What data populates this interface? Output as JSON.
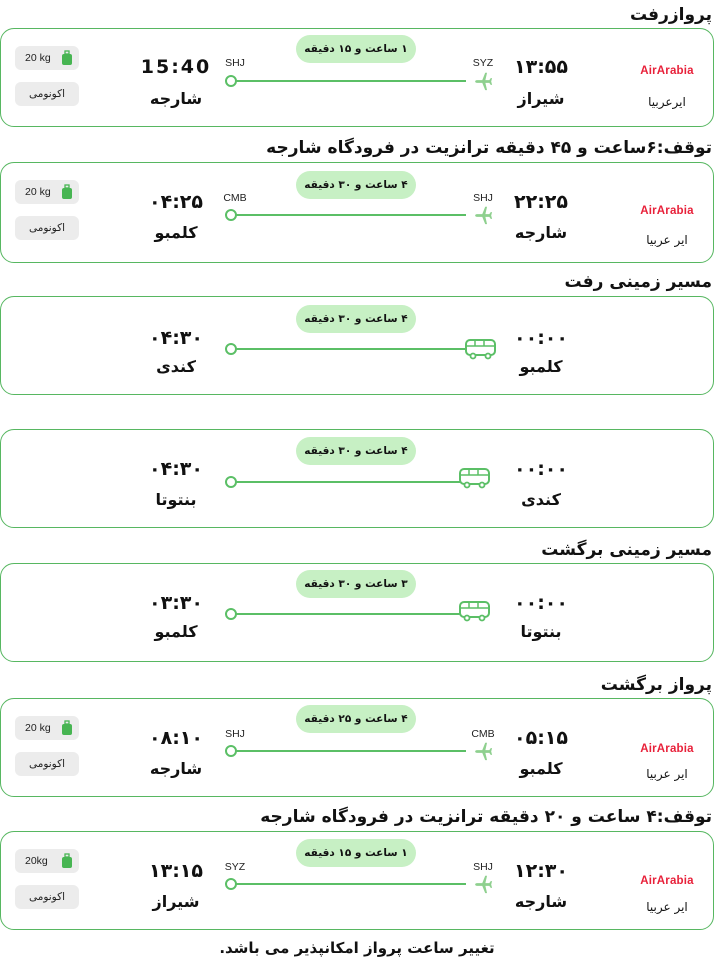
{
  "headings": {
    "outbound_flight": "پروازرفت",
    "outbound_layover": "توقف:۶ساعت و ۴۵ دقیقه ترانزیت در فرودگاه شارجه",
    "outbound_ground": "مسیر زمینی رفت",
    "return_ground": "مسیر زمینی برگشت",
    "return_flight": "پرواز برگشت",
    "return_layover": "توقف:۴ ساعت و ۲۰ دقیقه ترانزیت در فرودگاه شارجه"
  },
  "flights": [
    {
      "airline_logo": "AirArabia",
      "airline_name": "ایرعربیا",
      "dep_time": "۱۳:۵۵",
      "dep_city": "شیراز",
      "dep_code": "SYZ",
      "arr_time": "15:40",
      "arr_city": "شارجه",
      "arr_code": "SHJ",
      "duration": "۱ ساعت و ۱۵ دقیقه",
      "baggage": "20 kg",
      "cabin": "اکونومی"
    },
    {
      "airline_logo": "AirArabia",
      "airline_name": "ایر عربیا",
      "dep_time": "۲۲:۲۵",
      "dep_city": "شارجه",
      "dep_code": "SHJ",
      "arr_time": "۰۴:۲۵",
      "arr_city": "کلمبو",
      "arr_code": "CMB",
      "duration": "۴ ساعت و ۳۰ دقیقه",
      "baggage": "20 kg",
      "cabin": "اکونومی"
    },
    {
      "airline_logo": "AirArabia",
      "airline_name": "ایر عربیا",
      "dep_time": "۰۵:۱۵",
      "dep_city": "کلمبو",
      "dep_code": "CMB",
      "arr_time": "۰۸:۱۰",
      "arr_city": "شارجه",
      "arr_code": "SHJ",
      "duration": "۴ ساعت و ۲۵ دقیقه",
      "baggage": "20 kg",
      "cabin": "اکونومی"
    },
    {
      "airline_logo": "AirArabia",
      "airline_name": "ایر عربیا",
      "dep_time": "۱۲:۳۰",
      "dep_city": "شارجه",
      "dep_code": "SHJ",
      "arr_time": "۱۳:۱۵",
      "arr_city": "شیراز",
      "arr_code": "SYZ",
      "duration": "۱ ساعت و ۱۵ دقیقه",
      "baggage": "20kg",
      "cabin": "اکونومی"
    }
  ],
  "ground": [
    {
      "dep_time": "۰۰:۰۰",
      "dep_city": "کلمبو",
      "arr_time": "۰۴:۳۰",
      "arr_city": "کندی",
      "duration": "۴ ساعت و ۳۰ دقیقه"
    },
    {
      "dep_time": "۰۰:۰۰",
      "dep_city": "کندی",
      "arr_time": "۰۴:۳۰",
      "arr_city": "بنتوتا",
      "duration": "۴ ساعت و ۳۰ دقیقه"
    },
    {
      "dep_time": "۰۰:۰۰",
      "dep_city": "بنتوتا",
      "arr_time": "۰۳:۳۰",
      "arr_city": "کلمبو",
      "duration": "۳ ساعت و ۳۰ دقیقه"
    }
  ],
  "footer": "تغییر ساعت پرواز امکانپذیر می باشد.",
  "colors": {
    "accent_green": "#57b761",
    "pill_green": "#c7f0c4",
    "brand_red": "#e8213a",
    "chip_gray": "#ececec"
  },
  "icons": {
    "plane": "airplane-icon",
    "bus": "bus-icon",
    "luggage": "luggage-icon",
    "origin": "origin-dot-icon"
  }
}
